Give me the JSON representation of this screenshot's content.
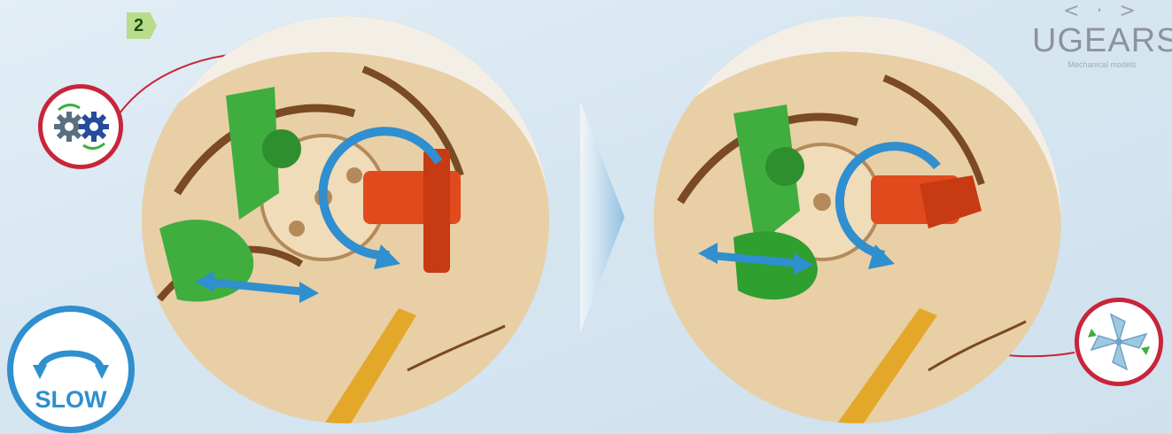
{
  "step": {
    "number": "2"
  },
  "brand": {
    "name": "UGEARS",
    "tagline": "Mechanical models"
  },
  "speed": {
    "label": "SLOW"
  },
  "icons": {
    "gears": "gears-icon",
    "windmill": "windmill-icon",
    "rotation": "rotate-arrows-icon",
    "next": "chevron-right-icon"
  },
  "colors": {
    "background": "#d6e6f1",
    "badge_green": "#b9dc8c",
    "accent_red": "#c8243a",
    "accent_blue": "#2f8fcf",
    "part_green": "#3fae3f",
    "part_orange": "#e04a1c",
    "wood": "#e9cfa6"
  }
}
